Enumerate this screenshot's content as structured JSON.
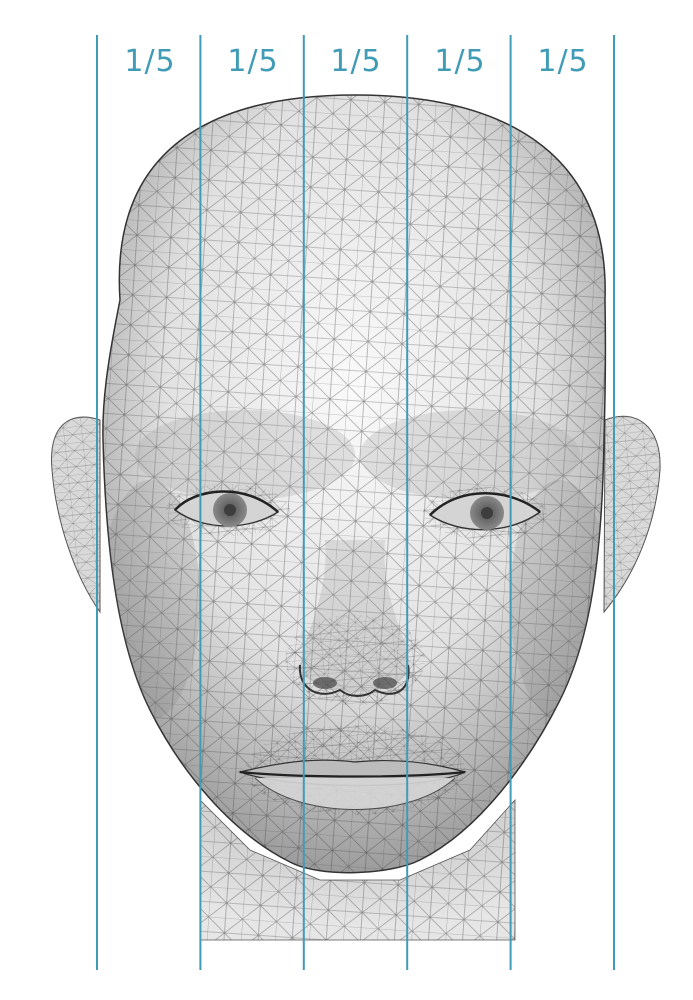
{
  "proportion_guide": {
    "segments": [
      "1/5",
      "1/5",
      "1/5",
      "1/5",
      "1/5"
    ]
  },
  "colors": {
    "guide_line": "#3f9bb6",
    "label": "#3f9bb6",
    "skin_light": "#f1f1f1",
    "skin_shadow": "#bdbdbd",
    "mesh": "#4a4a4a",
    "iris": "#707070"
  }
}
